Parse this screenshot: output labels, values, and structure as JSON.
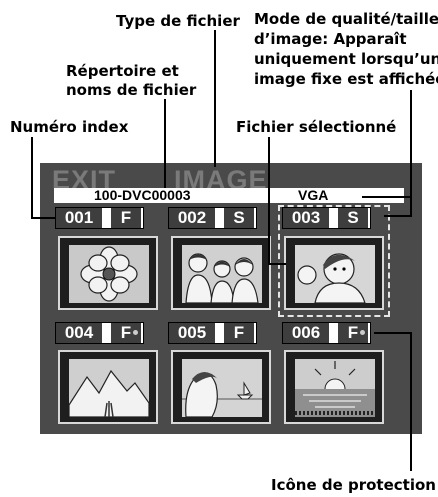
{
  "callouts": {
    "file_type": "Type de fichier",
    "quality_size_line1": "Mode de qualité/taille",
    "quality_size_line2": "d’image: Apparaît",
    "quality_size_line3": "uniquement lorsqu’une",
    "quality_size_line4": "image fixe est affichée",
    "directory_line1": "Répertoire et",
    "directory_line2": "noms de fichier",
    "index_number": "Numéro index",
    "selected_file": "Fichier sélectionné",
    "protection_icon": "Icône de protection"
  },
  "screen": {
    "exit_label": "EXIT",
    "title": "IMAGE",
    "directory_name": "100-DVC00003",
    "quality": "VGA",
    "thumbnails": [
      {
        "index": "001",
        "type": "F",
        "subject": "flower",
        "protected": false,
        "selected": false
      },
      {
        "index": "002",
        "type": "S",
        "subject": "people",
        "protected": false,
        "selected": false
      },
      {
        "index": "003",
        "type": "S",
        "subject": "girl",
        "protected": false,
        "selected": true
      },
      {
        "index": "004",
        "type": "F",
        "subject": "mountains",
        "protected": true,
        "selected": false
      },
      {
        "index": "005",
        "type": "F",
        "subject": "woman-boat",
        "protected": false,
        "selected": false
      },
      {
        "index": "006",
        "type": "F",
        "subject": "sunset",
        "protected": true,
        "selected": false
      }
    ],
    "protect_icon": "key-icon"
  }
}
